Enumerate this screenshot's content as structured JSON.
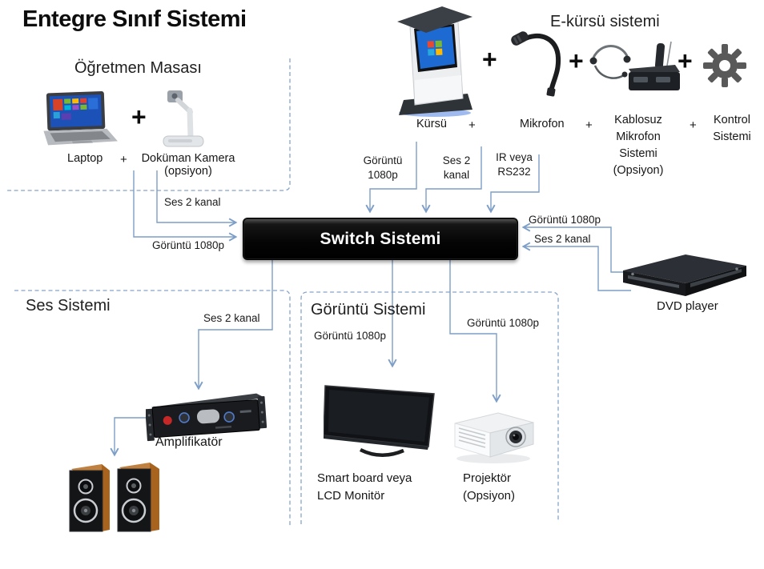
{
  "title": "Entegre Sınıf Sistemi",
  "symbols": {
    "plus": "+"
  },
  "sections": {
    "teacher_desk": {
      "heading": "Öğretmen Masası"
    },
    "e_lectern": {
      "heading": "E-kürsü sistemi"
    },
    "audio": {
      "heading": "Ses Sistemi"
    },
    "video": {
      "heading": "Görüntü Sistemi"
    }
  },
  "switch": {
    "label": "Switch Sistemi"
  },
  "devices": {
    "laptop": {
      "label": "Laptop"
    },
    "document_camera": {
      "label": "Doküman Kamera",
      "note": "(opsiyon)"
    },
    "lectern": {
      "label": "Kürsü"
    },
    "microphone": {
      "label": "Mikrofon"
    },
    "wireless_mic": {
      "label": "Kablosuz Mikrofon Sistemi (Opsiyon)"
    },
    "control_system": {
      "label": "Kontrol Sistemi"
    },
    "dvd_player": {
      "label": "DVD player"
    },
    "amplifier": {
      "label": "Amplifikatör"
    },
    "smart_board": {
      "label": "Smart board veya LCD Monitör"
    },
    "projector": {
      "label": "Projektör (Opsiyon)"
    }
  },
  "connections": {
    "desk_audio": "Ses 2 kanal",
    "desk_video": "Görüntü 1080p",
    "lectern_video": "Görüntü 1080p",
    "lectern_audio": "Ses 2 kanal",
    "lectern_control": "IR veya RS232",
    "dvd_video": "Görüntü 1080p",
    "dvd_audio": "Ses 2 kanal",
    "amp_audio": "Ses 2 kanal",
    "board_video": "Görüntü 1080p",
    "projector_video": "Görüntü 1080p"
  },
  "colors": {
    "connector": "#7d9ec7",
    "dashed_border": "#86a4c9",
    "switch_bg": "#000000",
    "switch_text": "#ffffff",
    "gear": "#595959"
  }
}
